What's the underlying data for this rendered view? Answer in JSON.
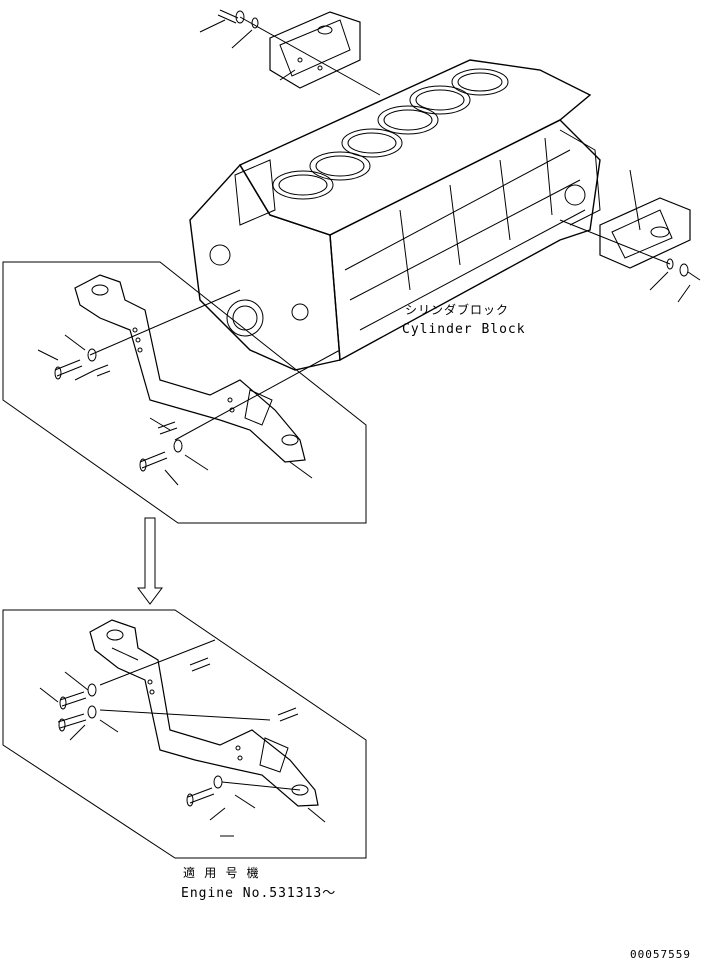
{
  "labels": {
    "block_jp": "シリンダブロック",
    "block_en": "Cylinder Block",
    "applicable_jp": "適 用 号 機",
    "engine_no": "Engine No.531313～",
    "drawing_no": "00057559"
  }
}
